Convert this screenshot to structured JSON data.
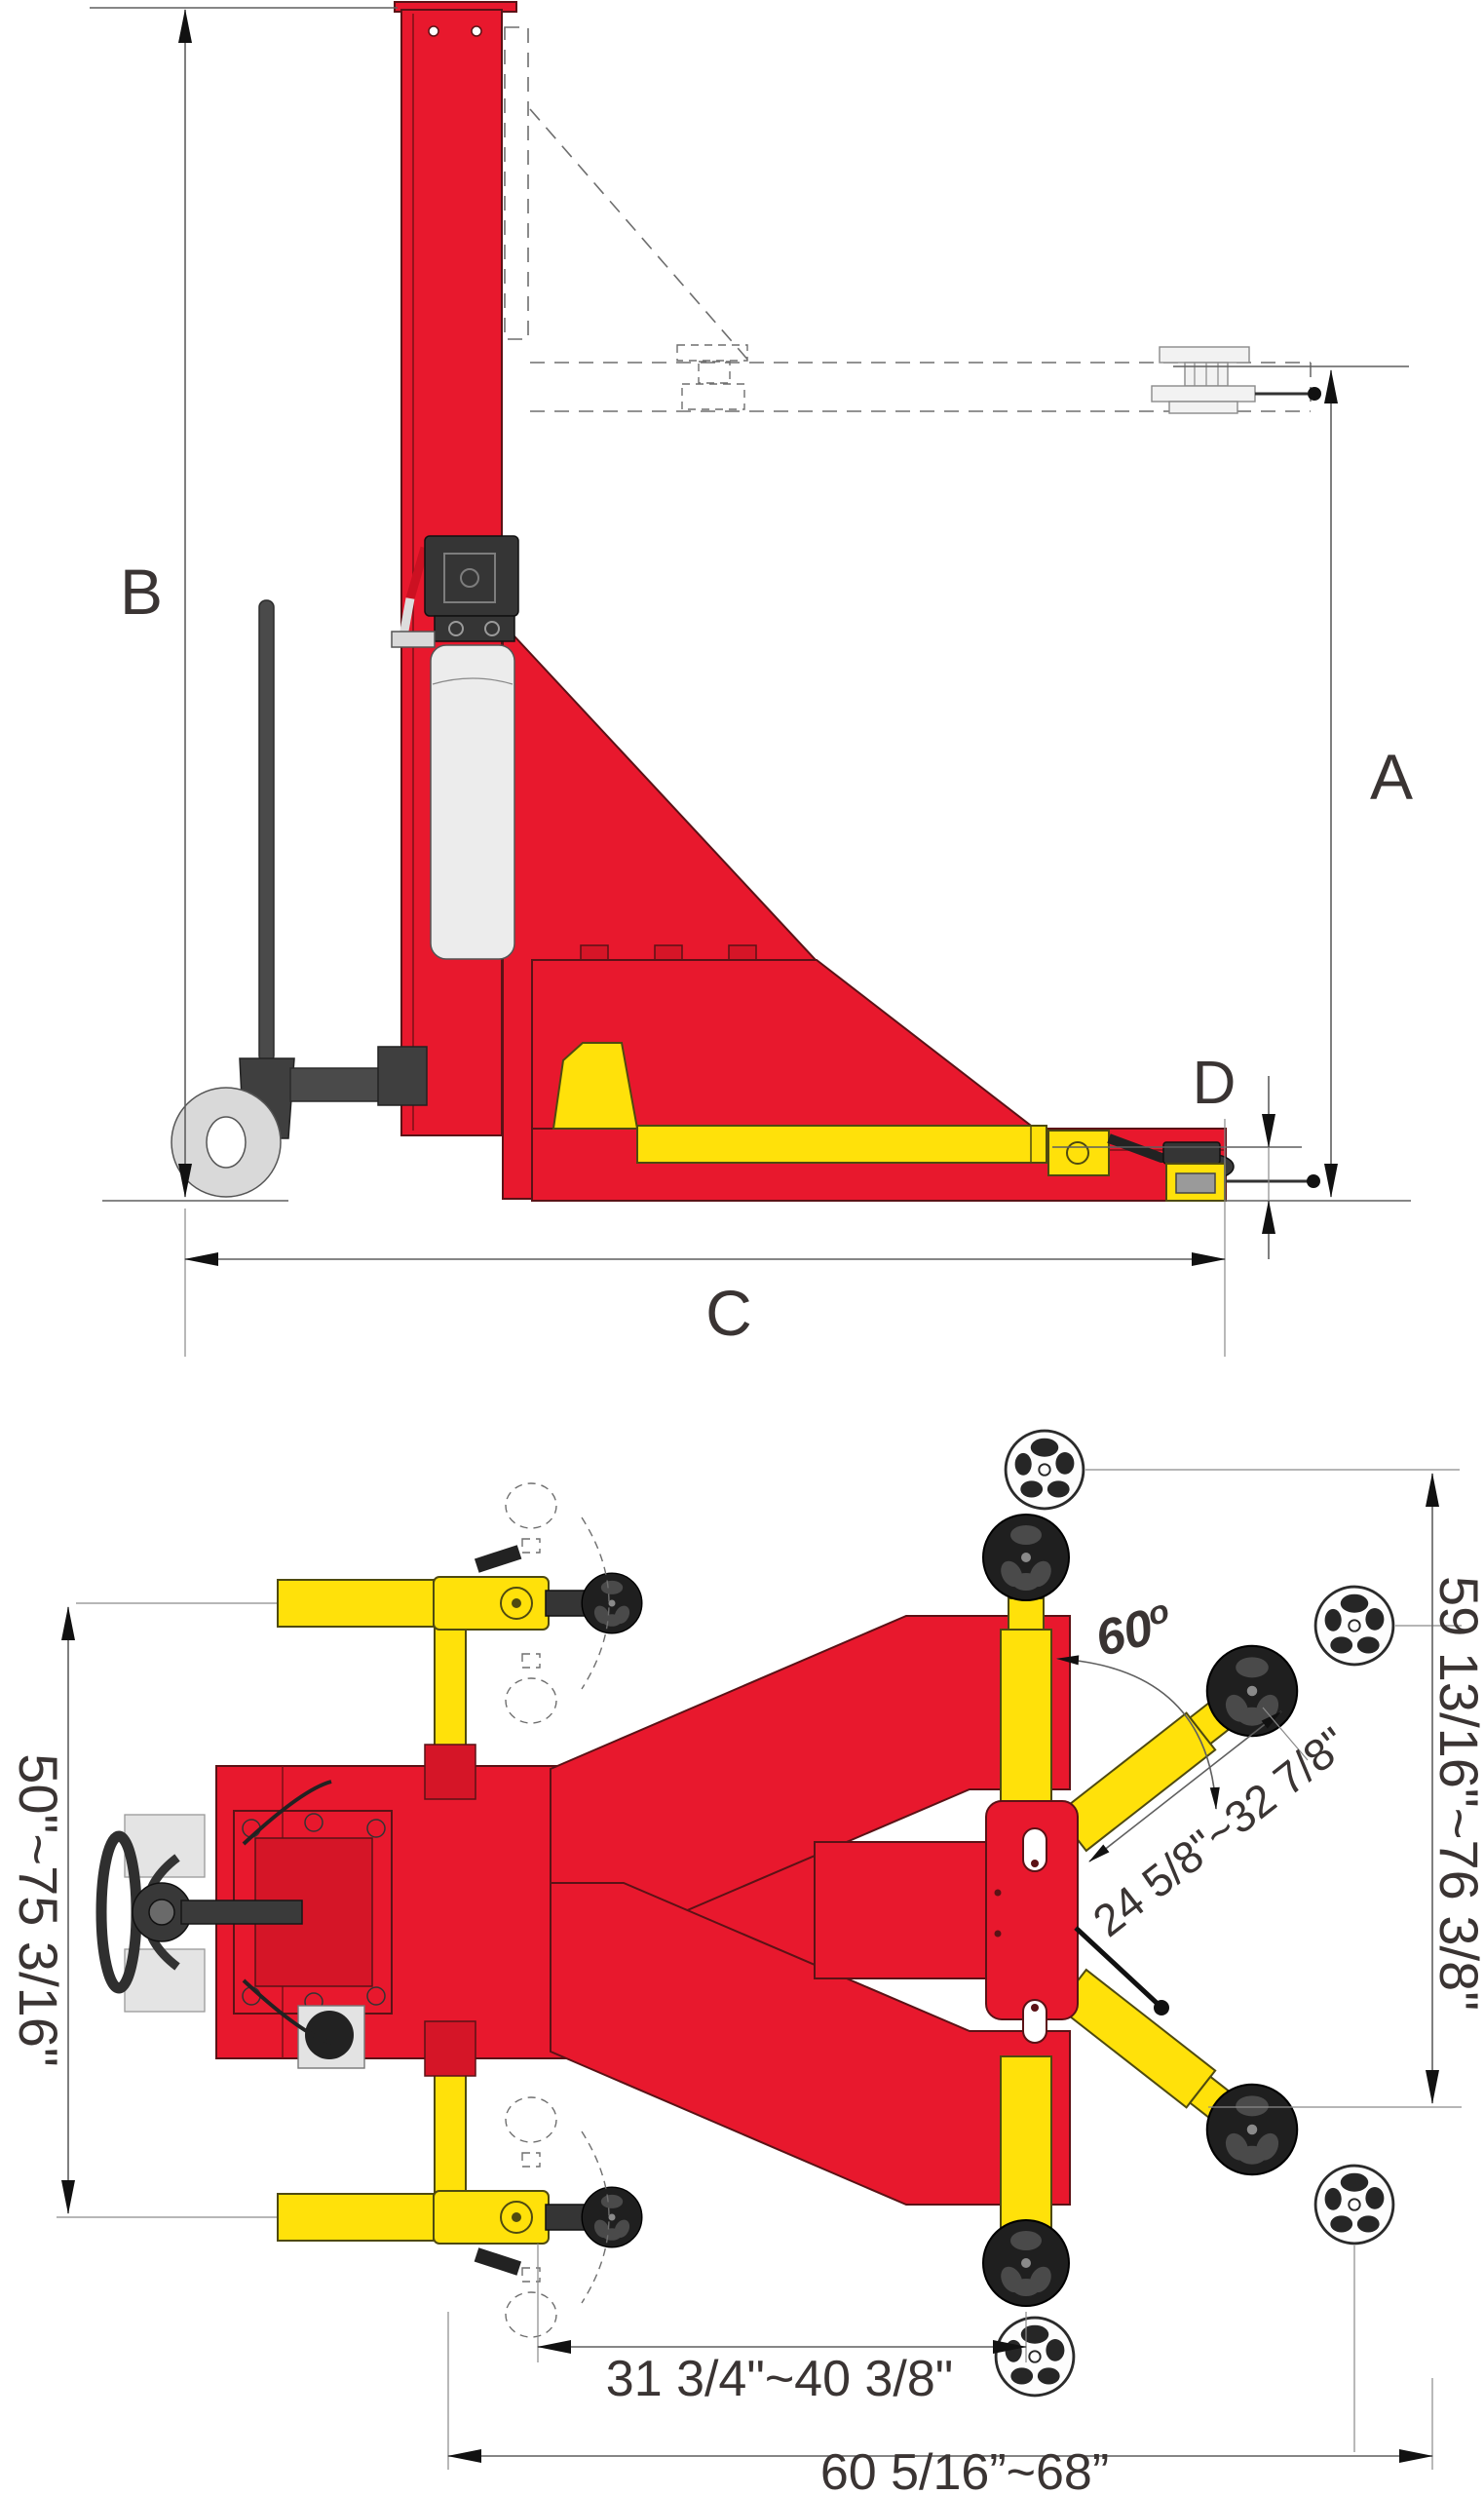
{
  "meta": {
    "drawing_type": "vehicle lift technical dimension drawing",
    "views": [
      "side elevation",
      "plan view"
    ]
  },
  "colors": {
    "machine_red": "#e8182d",
    "machine_yellow": "#ffe10a",
    "component_dark": "#353535",
    "dimension_line": "#5f5f5f",
    "text": "#3a3433",
    "background": "#ffffff"
  },
  "side_view": {
    "dim_a": "A",
    "dim_b": "B",
    "dim_c": "C",
    "dim_d": "D"
  },
  "plan_view": {
    "left_range": "50\"~75 3/16\"",
    "right_range": "59 13/16\"~76 3/8\"",
    "angle_value": "60",
    "angle_unit": "o",
    "arm_reach": "24 5/8\"~32 7/8\"",
    "pad_span": "31 3/4\"~40 3/8\"",
    "overall_span": "60 5/16”~68”"
  }
}
